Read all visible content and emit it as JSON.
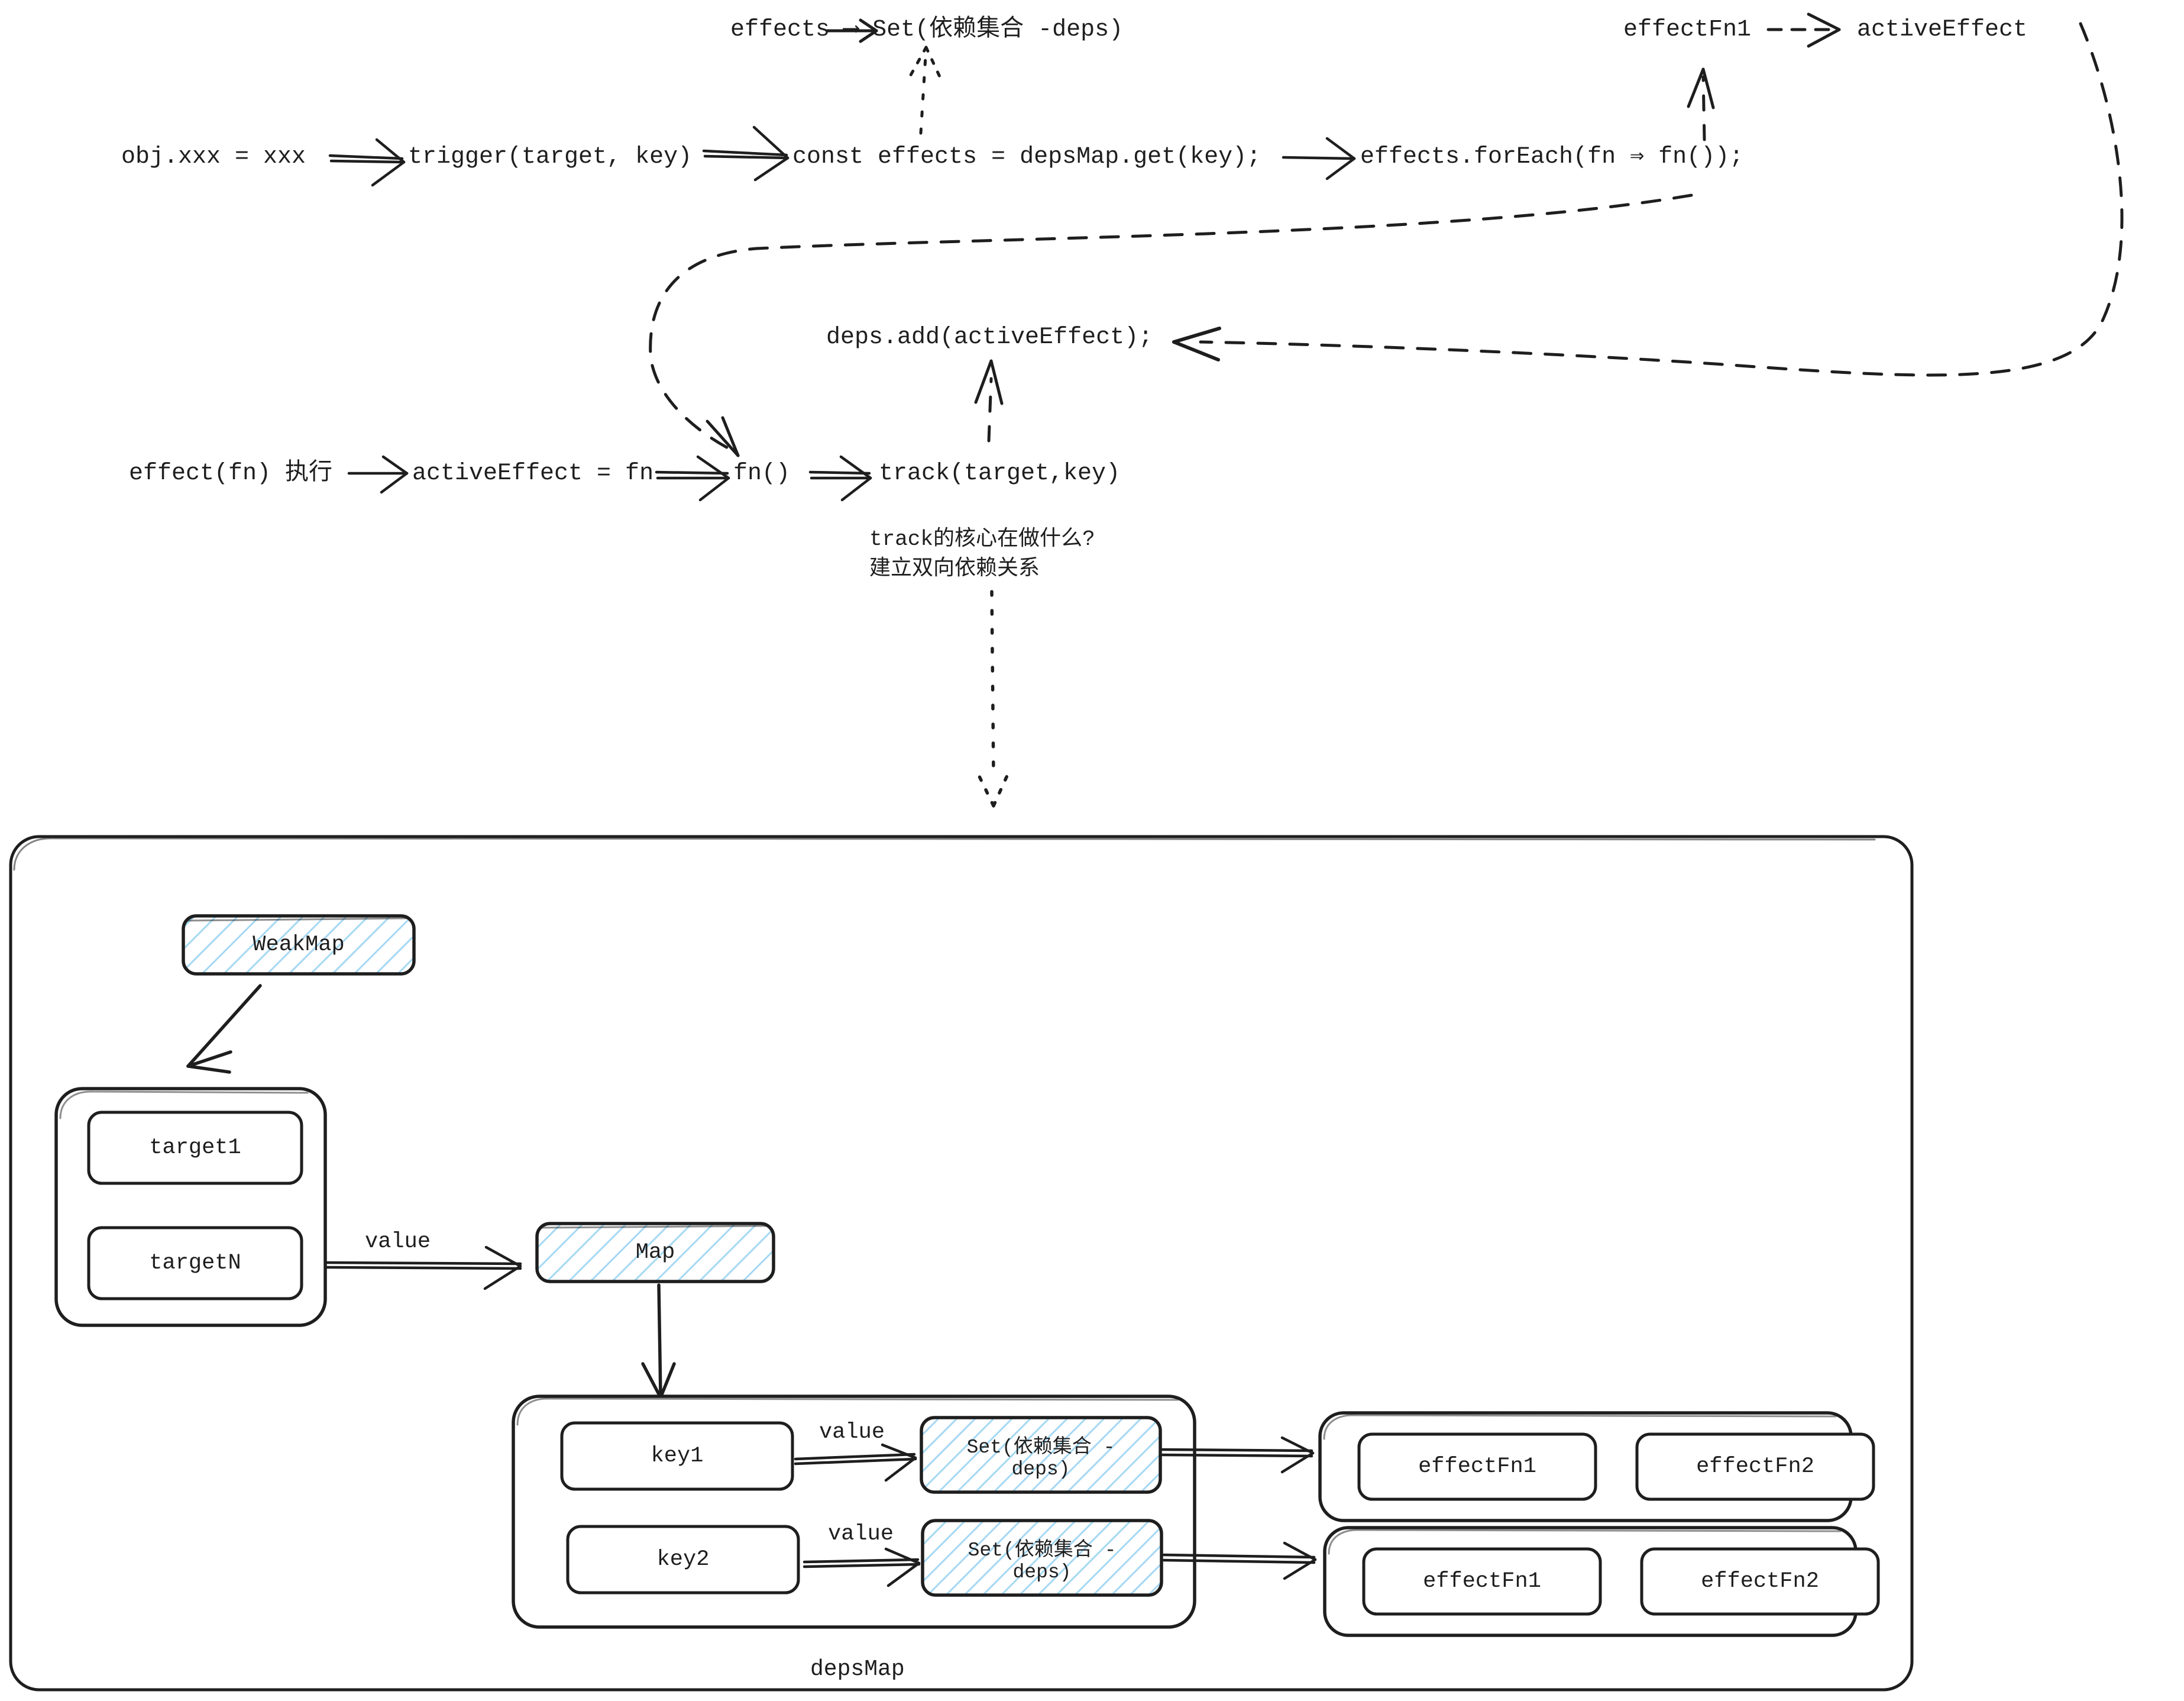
{
  "diagram": {
    "title": "Vue reactivity track/trigger flow",
    "colors": {
      "stroke": "#1e1e1e",
      "hatch": "#a5d8f3",
      "fill_white": "#ffffff",
      "background": "#ffffff"
    },
    "top_flow": {
      "legend": "effects ⟶ Set(依赖集合 -deps)",
      "steps": [
        "obj.xxx = xxx",
        "trigger(target, key)",
        "const effects = depsMap.get(key);",
        "effects.forEach(fn ⇒ fn());"
      ],
      "right_note_from": "effectFn1",
      "right_note_to": "activeEffect"
    },
    "mid_flow": {
      "deps_add": "deps.add(activeEffect);",
      "steps": [
        "effect(fn) 执行",
        "activeEffect = fn",
        "fn()",
        "track(target,key)"
      ],
      "note_line1": "track的核心在做什么?",
      "note_line2": "建立双向依赖关系"
    },
    "structure": {
      "weakmap_label": "WeakMap",
      "targets": [
        "target1",
        "targetN"
      ],
      "map_label": "Map",
      "value_label": "value",
      "keys": [
        "key1",
        "key2"
      ],
      "set_label": "Set(依赖集合 -\ndeps)",
      "depsmap_caption": "depsMap",
      "effect_groups": [
        [
          "effectFn1",
          "effectFn2"
        ],
        [
          "effectFn1",
          "effectFn2"
        ]
      ]
    }
  }
}
